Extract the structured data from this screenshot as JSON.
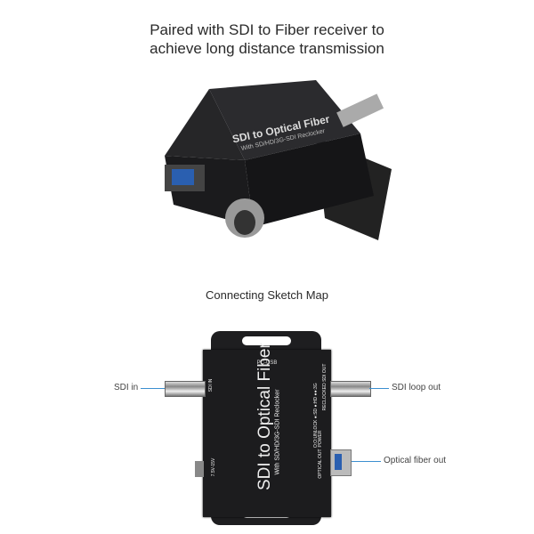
{
  "caption": {
    "line1": "Paired with SDI to Fiber receiver to",
    "line2": "achieve long distance transmission"
  },
  "sketch_title": "Connecting Sketch Map",
  "device": {
    "title": "SDI to Optical Fiber",
    "subtitle": "With SD/HD/3G-SDI Reclocker",
    "pc_usb": "PC-USB",
    "sdi_in": "SDI IN",
    "reclocked": "RECLOCKED SDI OUT",
    "optical_out": "OPTICAL OUT",
    "power": "POWER",
    "power_in": "7.5V-15V",
    "status": "O:O:UNLOCK  ●:SD  ●:HD  ●●:3G"
  },
  "callouts": {
    "sdi_in": "SDI in",
    "sdi_loop_out": "SDI loop out",
    "optical_fiber_out": "Optical fiber out"
  },
  "colors": {
    "device": "#1c1c1e",
    "callout_line": "#3c8fd0",
    "sfp_blue": "#2a5fb0"
  }
}
